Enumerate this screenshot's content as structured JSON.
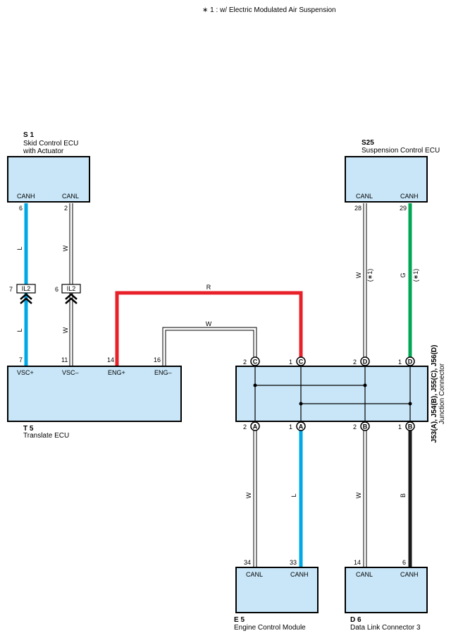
{
  "note": "∗ 1 : w/ Electric Modulated Air Suspension",
  "components": {
    "s1": {
      "id": "S 1",
      "name_line1": "Skid Control ECU",
      "name_line2": "with Actuator",
      "pin_canh": "CANH",
      "pin_canl": "CANL",
      "num_canh": "6",
      "num_canl": "2"
    },
    "s25": {
      "id": "S25",
      "name": "Suspension Control ECU",
      "pin_canl": "CANL",
      "pin_canh": "CANH",
      "num_canl": "28",
      "num_canh": "29"
    },
    "t5": {
      "id": "T 5",
      "name": "Translate ECU",
      "pin_vscp": "VSC+",
      "pin_vscm": "VSC–",
      "pin_engp": "ENG+",
      "pin_engm": "ENG–",
      "num_vscp": "7",
      "num_vscm": "11",
      "num_engp": "14",
      "num_engm": "16"
    },
    "junction": {
      "id": "J53(A), J54(B), J55(C), J56(D)",
      "name": "Junction Connector",
      "top": [
        {
          "num": "2",
          "letter": "C"
        },
        {
          "num": "1",
          "letter": "C"
        },
        {
          "num": "2",
          "letter": "D"
        },
        {
          "num": "1",
          "letter": "D"
        }
      ],
      "bottom": [
        {
          "num": "2",
          "letter": "A"
        },
        {
          "num": "1",
          "letter": "A"
        },
        {
          "num": "2",
          "letter": "B"
        },
        {
          "num": "1",
          "letter": "B"
        }
      ]
    },
    "e5": {
      "id": "E 5",
      "name": "Engine Control Module",
      "pin_canl": "CANL",
      "pin_canh": "CANH",
      "num_canl": "34",
      "num_canh": "33"
    },
    "d6": {
      "id": "D 6",
      "name": "Data Link Connector 3",
      "pin_canl": "CANL",
      "pin_canh": "CANH",
      "num_canl": "14",
      "num_canh": "6"
    }
  },
  "connectors": {
    "il2_a": {
      "label": "IL2",
      "num": "7"
    },
    "il2_b": {
      "label": "IL2",
      "num": "6"
    }
  },
  "wires": {
    "s1_canh_top": "L",
    "s1_canl_top": "W",
    "s1_canh_bot": "L",
    "s1_canl_bot": "W",
    "eng_plus": "R",
    "eng_minus": "W",
    "s25_canl": "W",
    "s25_canh": "G",
    "s25_canl_note": "(∗1)",
    "s25_canh_note": "(∗1)",
    "e5_canl": "W",
    "e5_canh": "L",
    "d6_canl": "W",
    "d6_canh": "B"
  },
  "colors": {
    "L": "#00a9e6",
    "R": "#e8202a",
    "G": "#00a651",
    "B": "#1a1a1a",
    "box": "#c8e6f8"
  }
}
